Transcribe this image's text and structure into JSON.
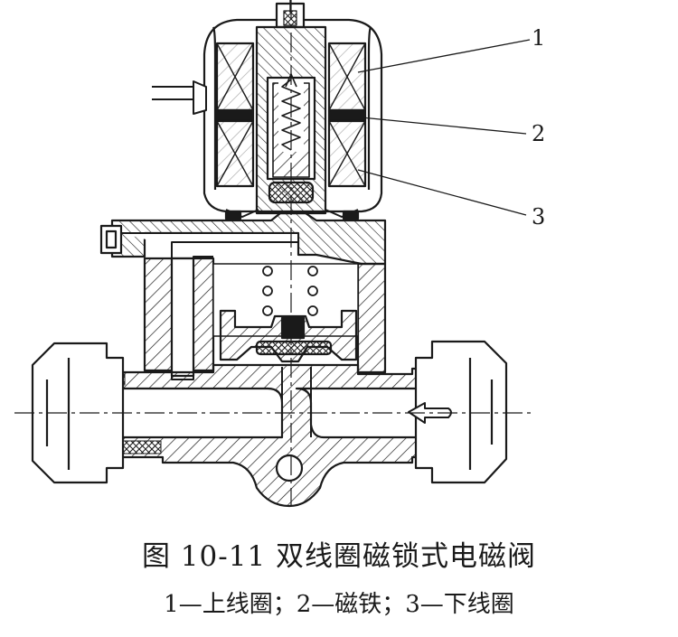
{
  "figure": {
    "callouts": [
      {
        "number": "1"
      },
      {
        "number": "2"
      },
      {
        "number": "3"
      }
    ]
  },
  "caption": {
    "title": "图 10-11    双线圈磁锁式电磁阀",
    "legend": "1—上线圈；2—磁铁；3—下线圈"
  },
  "colors": {
    "ink": "#1a1a1a",
    "background": "#ffffff"
  }
}
